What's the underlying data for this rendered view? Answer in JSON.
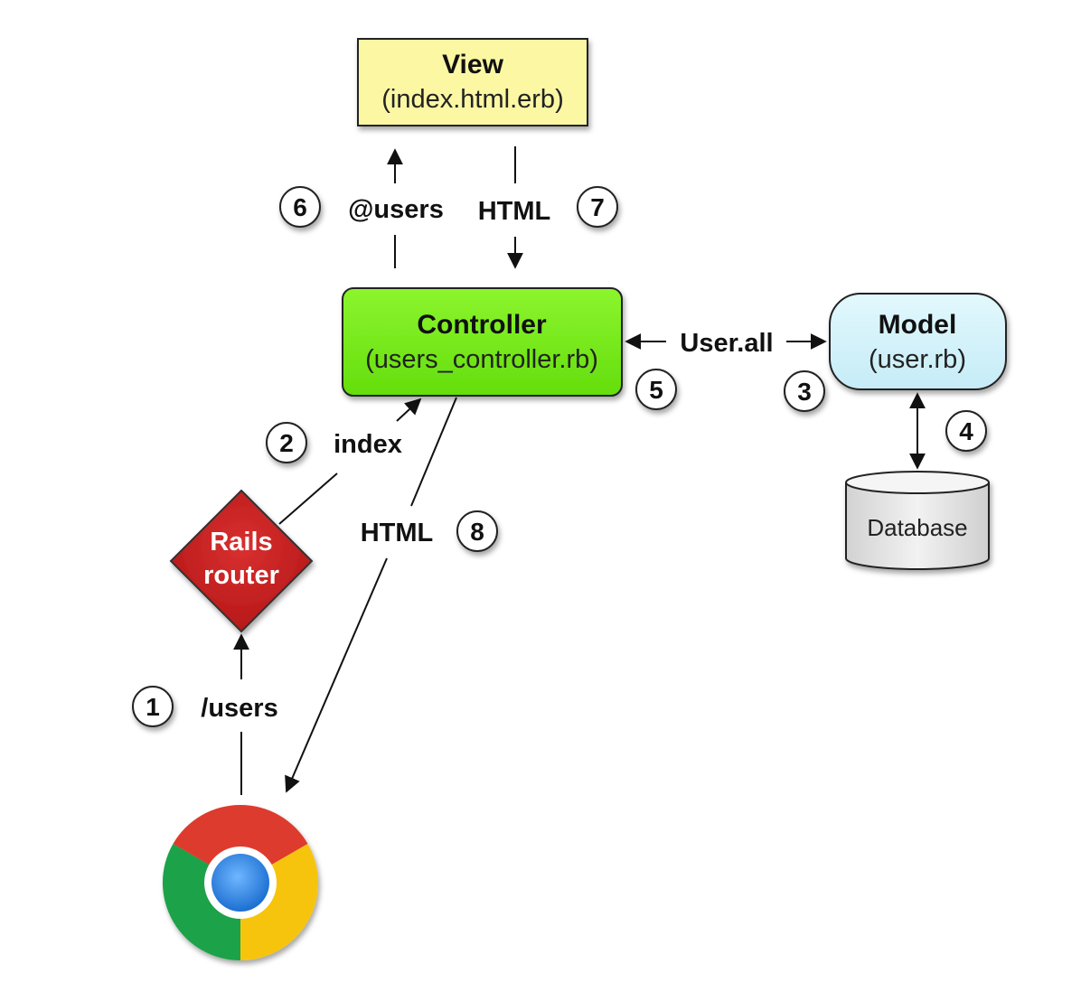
{
  "view": {
    "title": "View",
    "subtitle": "(index.html.erb)"
  },
  "controller": {
    "title": "Controller",
    "subtitle": "(users_controller.rb)"
  },
  "model": {
    "title": "Model",
    "subtitle": "(user.rb)"
  },
  "database": {
    "label": "Database"
  },
  "router": {
    "line1": "Rails",
    "line2": "router"
  },
  "edges": {
    "users_request": "/users",
    "index": "index",
    "user_all": "User.all",
    "at_users": "@users",
    "html_view": "HTML",
    "html_browser": "HTML"
  },
  "steps": [
    "1",
    "2",
    "3",
    "4",
    "5",
    "6",
    "7",
    "8"
  ],
  "icons": {
    "browser": "chrome-browser-icon"
  },
  "colors": {
    "view_fill": "#fbf7a3",
    "controller_fill": "#78f01a",
    "model_fill": "#d6f3fb",
    "router_fill": "#c81e1e",
    "database_fill": "#e4e4e4"
  }
}
